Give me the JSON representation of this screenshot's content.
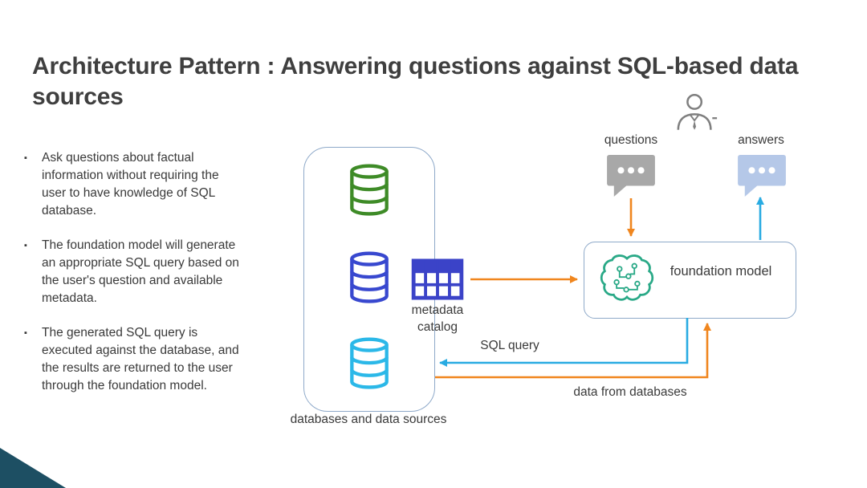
{
  "slide": {
    "title": "Architecture Pattern : Answering questions against SQL-based data sources"
  },
  "bullets": [
    "Ask questions about factual information without requiring the user to have knowledge of SQL  database.",
    "The foundation model will generate an appropriate SQL query based on the user's question and available metadata.",
    "The generated SQL query is executed against the database, and the results are returned to the user through the foundation model."
  ],
  "diagram": {
    "databases_box_label": "databases and data sources",
    "metadata_catalog_label": "metadata catalog",
    "foundation_model_label": "foundation model",
    "questions_label": "questions",
    "answers_label": "answers",
    "sql_query_label": "SQL query",
    "data_from_databases_label": "data from databases"
  },
  "icons": {
    "user": "user-icon",
    "questions_bubble": "speech-bubble-icon",
    "answers_bubble": "speech-bubble-icon",
    "databases": "database-cylinder-icon",
    "metadata_catalog": "table-grid-icon",
    "foundation_model": "brain-circuit-icon"
  },
  "colors": {
    "title_text": "#3f3f3f",
    "body_text": "#3a3a3a",
    "db_green": "#3e8b27",
    "db_blue": "#3848cf",
    "db_cyan": "#2bb8e8",
    "metadata_blue": "#3b43c8",
    "brain_teal": "#2aa987",
    "arrow_orange": "#f0861e",
    "arrow_cyan": "#29abe2",
    "bubble_gray": "#a8a8a8",
    "bubble_blue": "#b5c8e8",
    "person_gray": "#7f7f7f",
    "box_border": "#8ea9c9",
    "corner_triangle": "#1d4f63"
  }
}
